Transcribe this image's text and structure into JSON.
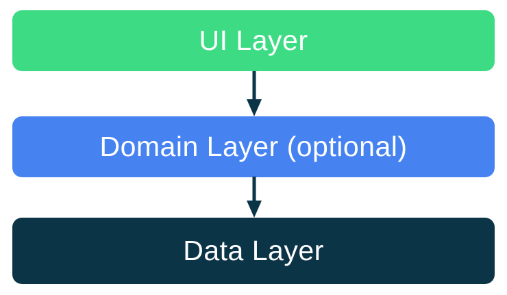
{
  "diagram": {
    "layers": [
      {
        "label": "UI Layer",
        "color": "#3ddc84",
        "text_color": "#ffffff"
      },
      {
        "label": "Domain Layer (optional)",
        "color": "#4683f1",
        "text_color": "#ffffff"
      },
      {
        "label": "Data Layer",
        "color": "#0b3447",
        "text_color": "#ffffff"
      }
    ],
    "arrow_color": "#0b3447",
    "background_color": "#ffffff",
    "flow": "UI Layer -> Domain Layer (optional) -> Data Layer"
  }
}
